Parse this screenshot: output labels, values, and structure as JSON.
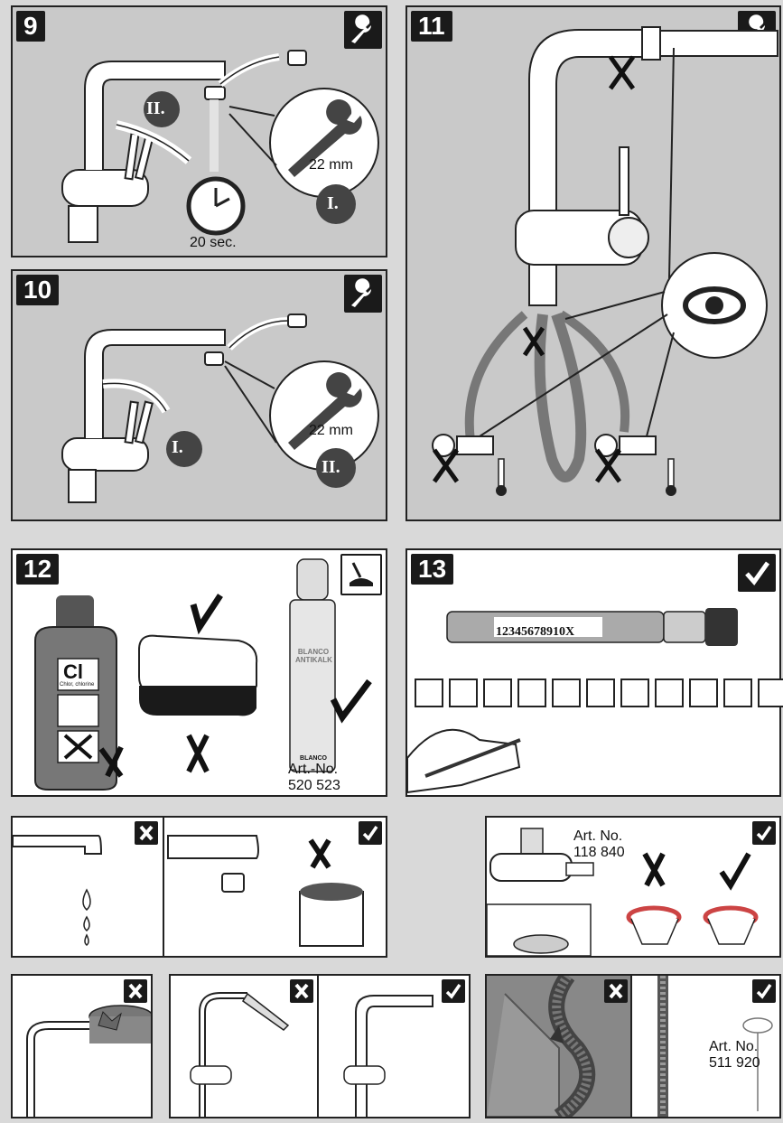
{
  "step9": {
    "number": "9",
    "roman_one": "I.",
    "roman_two": "II.",
    "wrench_size": "22 mm",
    "duration": "20 sec."
  },
  "step10": {
    "number": "10",
    "roman_one": "I.",
    "roman_two": "II.",
    "wrench_size": "22 mm"
  },
  "step11": {
    "number": "11"
  },
  "step12": {
    "number": "12",
    "chlorine_symbol": "Cl",
    "chlorine_small": "Chlor, chlorine",
    "spray_brand": "BLANCO ANTIKALK",
    "spray_logo": "BLANCO",
    "article_label": "Art.-No.",
    "article_number": "520 523"
  },
  "step13": {
    "number": "13",
    "serial": "12345678910X",
    "box_count": 12
  },
  "aerator": {
    "article_label": "Art. No.",
    "article_number": "118 840"
  },
  "hose": {
    "article_label": "Art. No.",
    "article_number": "511 920"
  },
  "colors": {
    "panel_grey": "#c9c9c9",
    "dark": "#1a1a1a",
    "background": "#d9d9d9"
  }
}
